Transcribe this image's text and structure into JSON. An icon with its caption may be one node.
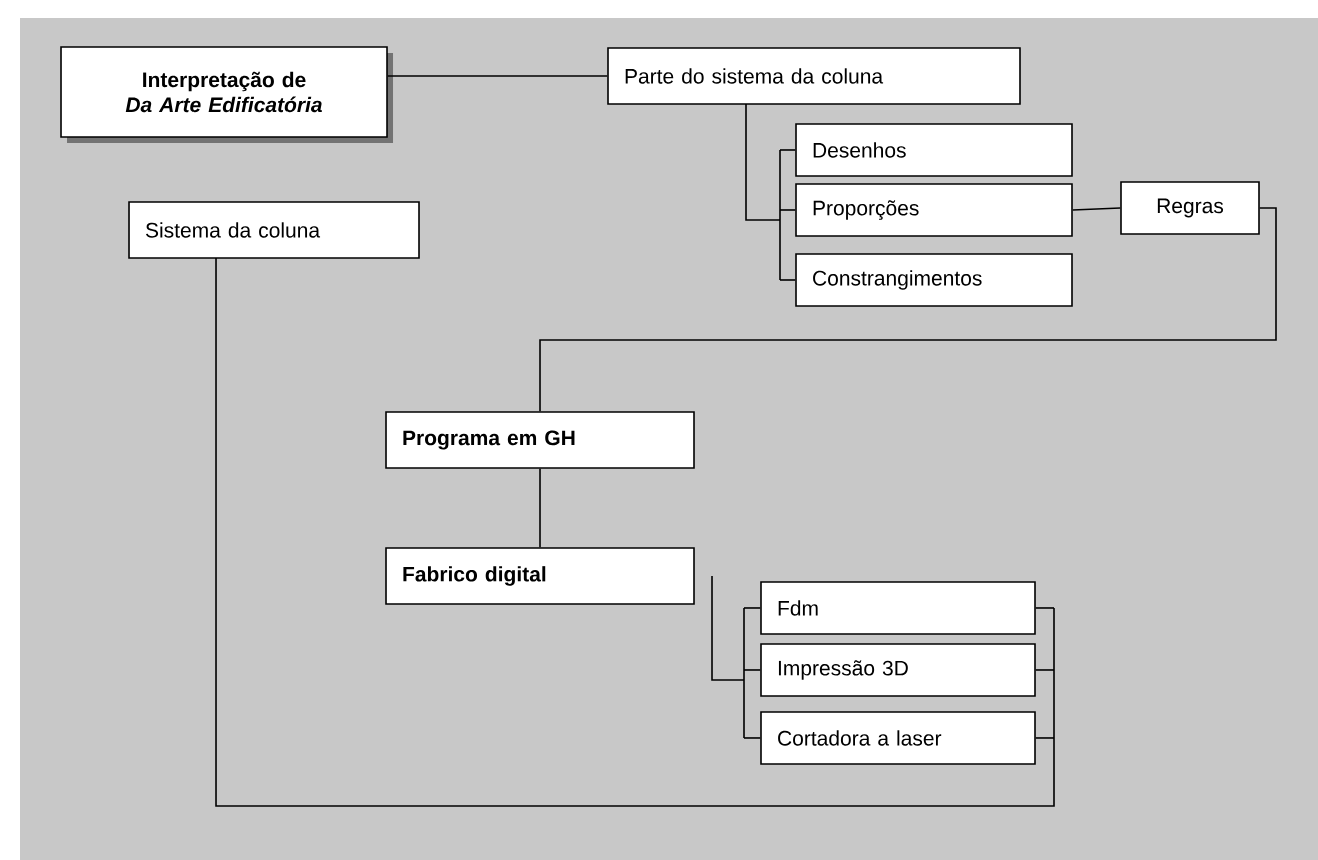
{
  "diagram": {
    "nodes": [
      {
        "text": [
          "Interpretação de *Da Arte Edificatória*"
        ]
      },
      {
        "text": [
          "Parte do sistema da coluna"
        ]
      },
      {
        "text": [
          "Desenhos"
        ]
      },
      {
        "text": [
          "Proporções"
        ]
      },
      {
        "text": [
          "Constrangimentos"
        ]
      },
      {
        "text": [
          "Regras"
        ]
      },
      {
        "text": [
          "Sistema da coluna"
        ]
      },
      {
        "text": [
          "Programa em GH"
        ]
      },
      {
        "text": [
          "Fabrico digital"
        ]
      },
      {
        "text": [
          "Fdm"
        ]
      },
      {
        "text": [
          "Impressão 3D"
        ]
      },
      {
        "text": [
          "Cortadora a laser"
        ]
      }
    ],
    "edges": [
      {
        "from": 0,
        "to": 1,
        "arrow": "none"
      },
      {
        "from": 1,
        "to": 2,
        "arrow": "none"
      },
      {
        "from": 1,
        "to": 3,
        "arrow": "none"
      },
      {
        "from": 1,
        "to": 4,
        "arrow": "none"
      },
      {
        "from": 3,
        "to": 5,
        "arrow": "none"
      },
      {
        "from": 5,
        "to": 7,
        "arrow": "none"
      },
      {
        "from": 7,
        "to": 8,
        "arrow": "none"
      },
      {
        "from": 8,
        "to": 9,
        "arrow": "none"
      },
      {
        "from": 8,
        "to": 10,
        "arrow": "none"
      },
      {
        "from": 8,
        "to": 11,
        "arrow": "none"
      },
      {
        "from": 6,
        "to": 9,
        "arrow": "none"
      },
      {
        "from": 6,
        "to": 10,
        "arrow": "none"
      },
      {
        "from": 6,
        "to": 11,
        "arrow": "none"
      }
    ]
  }
}
